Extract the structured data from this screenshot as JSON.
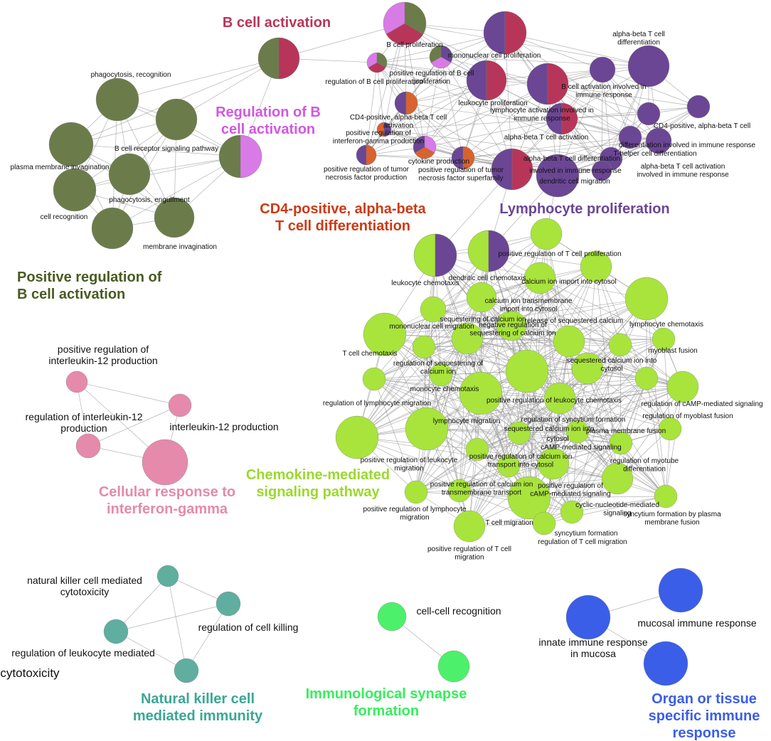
{
  "colors": {
    "olive": "#6b7c4a",
    "crimson": "#b8355a",
    "magenta": "#d97be6",
    "purple": "#6b4694",
    "orange": "#d9622e",
    "lime": "#a8e43c",
    "pink": "#e58aab",
    "teal": "#5fae9f",
    "green": "#4df06b",
    "blue": "#3a5ee8",
    "edge": "#9a9a9a"
  },
  "groups": [
    {
      "id": "posb",
      "title": [
        "Positive regulation of",
        "B cell activation"
      ],
      "color": "#4a5a22"
    },
    {
      "id": "bact",
      "title": [
        "B cell activation"
      ],
      "color": "#b8355a"
    },
    {
      "id": "regb",
      "title": [
        "Regulation of B",
        "cell activation"
      ],
      "color": "#d257e0"
    },
    {
      "id": "cd4",
      "title": [
        "CD4-positive, alpha-beta",
        "T cell differentiation"
      ],
      "color": "#cc3a14"
    },
    {
      "id": "lymph",
      "title": [
        "Lymphocyte proliferation"
      ],
      "color": "#6b4694"
    },
    {
      "id": "chem",
      "title": [
        "Chemokine-mediated",
        "signaling pathway"
      ],
      "color": "#9ad92c"
    },
    {
      "id": "cell",
      "title": [
        "Cellular response to",
        "interferon-gamma"
      ],
      "color": "#e58aab"
    },
    {
      "id": "nk",
      "title": [
        "Natural killer cell",
        "mediated immunity"
      ],
      "color": "#3aa796"
    },
    {
      "id": "syn",
      "title": [
        "Immunological synapse",
        "formation"
      ],
      "color": "#36ef5c"
    },
    {
      "id": "organ",
      "title": [
        "Organ or tissue",
        "specific immune",
        "response"
      ],
      "color": "#3a5ee8"
    }
  ],
  "node_labels": {
    "n_phago_rec": [
      "phagocytosis, recognition"
    ],
    "n_bcr": [
      "B cell receptor signaling pathway"
    ],
    "n_plasma": [
      "plasma membrane invagination"
    ],
    "n_phago_eng": [
      "phagocytosis, engulfment"
    ],
    "n_cellrec": [
      "cell recognition"
    ],
    "n_memb": [
      "membrane invagination"
    ],
    "n_bprol": [
      "B cell proliferation"
    ],
    "n_mono_prol": [
      "mononuclear cell proliferation"
    ],
    "n_posreg_bprol": [
      "positive regulation of B cell",
      "proliferation"
    ],
    "n_reg_bprol": [
      "regulation of B cell proliferation"
    ],
    "n_ab_diff": [
      "alpha-beta T cell",
      "differentiation"
    ],
    "n_bact_inv": [
      "B cell activation involved in",
      "immune response"
    ],
    "n_leuk_prol": [
      "leukocyte proliferation"
    ],
    "n_lymph_act": [
      "lymphocyte activation involved in",
      "immune response"
    ],
    "n_cd4_ab": [
      "CD4-positive, alpha-beta T cell",
      "activation"
    ],
    "n_cd4_cell": [
      "CD4-positive, alpha-beta T cell"
    ],
    "n_ab_act": [
      "alpha-beta T cell activation"
    ],
    "n_diff_inv": [
      "differentiation involved in immune response"
    ],
    "n_th_diff": [
      "T-helper cell differentiation"
    ],
    "n_posreg_ifn": [
      "positive regulation of",
      "interferon-gamma production"
    ],
    "n_ab_diff2": [
      "alpha-beta T cell differentiation"
    ],
    "n_inv_imm": [
      "involved in immune response"
    ],
    "n_ab_act_inv": [
      "alpha-beta T cell activation",
      "involved in immune response"
    ],
    "n_cytok": [
      "cytokine production"
    ],
    "n_posreg_tnf_sf": [
      "positive regulation of tumor",
      "necrosis factor superfamily"
    ],
    "n_posreg_tnf": [
      "positive regulation of tumor",
      "necrosis factor production"
    ],
    "n_dc_mig": [
      "dendritic cell migration"
    ],
    "n_posreg_tprol": [
      "positive regulation of T cell proliferation"
    ],
    "n_dc_chem": [
      "dendritic cell chemotaxis"
    ],
    "n_leuk_chem": [
      "leukocyte chemotaxis"
    ],
    "n_ca_import": [
      "calcium ion import into cytosol"
    ],
    "n_ca_trans": [
      "calcium ion transmembrane",
      "import into cytosol"
    ],
    "n_seq_ca": [
      "sequestering of calcium ion"
    ],
    "n_mono_mig": [
      "mononuclear cell migration"
    ],
    "n_release_ca": [
      "release of sequestered calcium"
    ],
    "n_lymph_chem": [
      "lymphocyte chemotaxis"
    ],
    "n_neg_seq": [
      "negative regulation of",
      "sequestering of calcium ion"
    ],
    "n_tchem": [
      "T cell chemotaxis"
    ],
    "n_myo_fus": [
      "myoblast fusion"
    ],
    "n_reg_seq": [
      "regulation of sequestering of",
      "calcium ion"
    ],
    "n_seq_cyt": [
      "sequestered calcium ion into",
      "cytosol"
    ],
    "n_mono_chem": [
      "monocyte chemotaxis"
    ],
    "n_reg_lymph_mig": [
      "regulation of lymphocyte migration"
    ],
    "n_posreg_leuk_chem": [
      "positive regulation of leukocyte chemotaxis"
    ],
    "n_reg_camp": [
      "regulation of cAMP-mediated signaling"
    ],
    "n_reg_myo": [
      "regulation of myoblast fusion"
    ],
    "n_lymph_mig": [
      "lymphocyte migration"
    ],
    "n_reg_syn": [
      "regulation of syncytium formation"
    ],
    "n_seq_ca2": [
      "sequestered calcium ion into"
    ],
    "n_plasma_fus": [
      "plasma membrane fusion"
    ],
    "n_cyt": [
      "cytosol"
    ],
    "n_posreg_leuk_mig": [
      "positive regulation of leukocyte",
      "migration"
    ],
    "n_posreg_ca_cyt": [
      "positive regulation of calcium ion",
      "transport into cytosol"
    ],
    "n_camp": [
      "cAMP-mediated signaling"
    ],
    "n_reg_myotube": [
      "regulation of myotube",
      "differentiation"
    ],
    "n_posreg_ca_tm": [
      "positive regulation of calcium ion",
      "transmembrane transport"
    ],
    "n_posreg_camp": [
      "positive regulation of",
      "cAMP-mediated signaling"
    ],
    "n_cyc_nuc": [
      "cyclic-nucleotide-mediated",
      "signaling"
    ],
    "n_syn_plasma": [
      "syncytium formation by plasma",
      "membrane fusion"
    ],
    "n_posreg_lymph_mig": [
      "positive regulation of lymphocyte",
      "migration"
    ],
    "n_tmig": [
      "T cell migration"
    ],
    "n_syn_form": [
      "syncytium formation"
    ],
    "n_reg_tmig": [
      "regulation of T cell migration"
    ],
    "n_posreg_tmig": [
      "positive regulation of T cell",
      "migration"
    ],
    "n_posreg_il12": [
      "positive regulation of",
      "interleukin-12 production"
    ],
    "n_reg_il12": [
      "regulation of interleukin-12",
      "production"
    ],
    "n_il12": [
      "interleukin-12 production"
    ],
    "n_nk_cyto": [
      "natural killer cell mediated",
      "cytotoxicity"
    ],
    "n_reg_kill": [
      "regulation of cell killing"
    ],
    "n_reg_leuk_cyto": [
      "regulation of leukocyte mediated"
    ],
    "n_cytotox": [
      "cytotoxicity"
    ],
    "n_cellcell": [
      "cell-cell recognition"
    ],
    "n_mucosal": [
      "mucosal immune response"
    ],
    "n_innate": [
      "innate immune response",
      "in mucosa"
    ]
  }
}
